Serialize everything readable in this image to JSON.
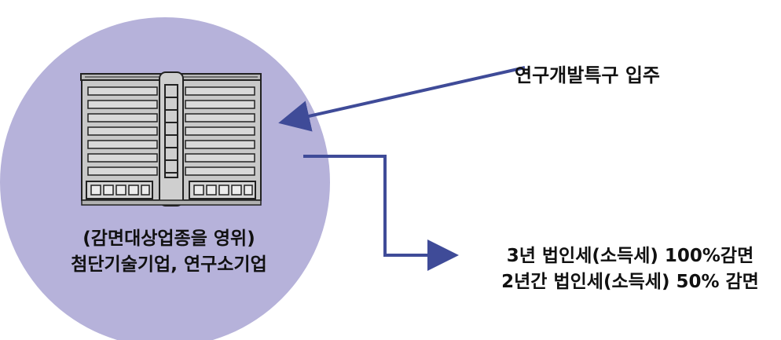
{
  "colors": {
    "circle_fill": "#B6B2DA",
    "arrow": "#3F4B98",
    "building_fill": "#C8C8C8",
    "building_stroke": "#222222",
    "text": "#111111"
  },
  "icons": {
    "building": "office-building-icon"
  },
  "labels": {
    "top_right": "연구개발특구 입주",
    "circle_line1": "(감면대상업종을 영위)",
    "circle_line2": "첨단기술기업, 연구소기업",
    "right_line1": "3년 법인세(소득세) 100%감면",
    "right_line2": "2년간 법인세(소득세) 50% 감면"
  }
}
